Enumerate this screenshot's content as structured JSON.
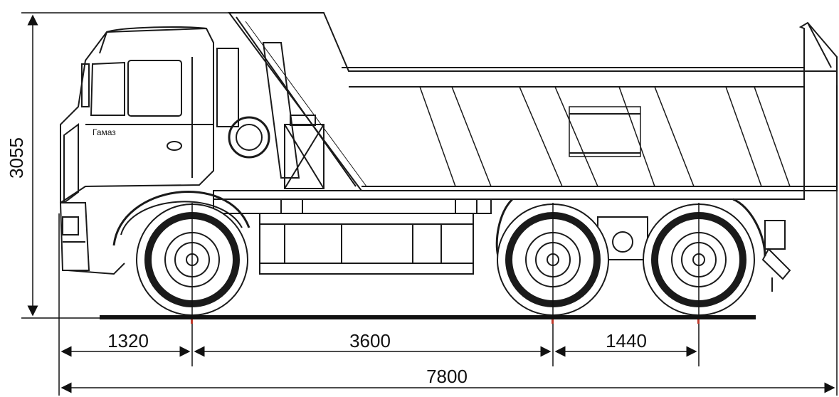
{
  "dimensions": {
    "overall_height": "3055",
    "front_overhang": "1320",
    "wheelbase_front": "3600",
    "wheelbase_rear": "1440",
    "overall_length": "7800"
  },
  "colors": {
    "line": "#1a1a1a",
    "ground": "#111111",
    "axle_marker": "#c0392b",
    "background": "#ffffff"
  }
}
